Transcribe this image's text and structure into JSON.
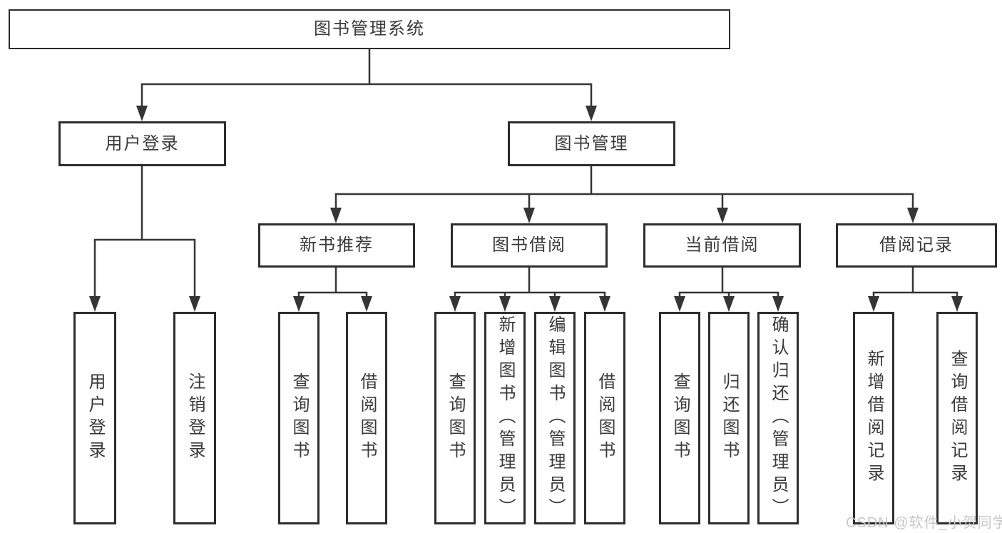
{
  "diagram": {
    "background": "#ffffff",
    "colors": {
      "line": "#353535",
      "box_border": "#2d2d2d",
      "text": "#3a3a3a",
      "watermark": "#c8c8c8"
    },
    "watermark": {
      "text": "CSDN @软件_小贺同学"
    },
    "tree": {
      "root": {
        "label": "图书管理系统"
      },
      "branches": [
        {
          "label": "用户登录",
          "children": [
            {
              "label": "用户登录"
            },
            {
              "label": "注销登录"
            }
          ]
        },
        {
          "label": "图书管理",
          "children": [
            {
              "label": "新书推荐",
              "children": [
                {
                  "label": "查询图书"
                },
                {
                  "label": "借阅图书"
                }
              ]
            },
            {
              "label": "图书借阅",
              "children": [
                {
                  "label": "查询图书"
                },
                {
                  "label": "新增图书（管理员）"
                },
                {
                  "label": "编辑图书（管理员）"
                },
                {
                  "label": "借阅图书"
                }
              ]
            },
            {
              "label": "当前借阅",
              "children": [
                {
                  "label": "查询图书"
                },
                {
                  "label": "归还图书"
                },
                {
                  "label": "确认归还（管理员）"
                }
              ]
            },
            {
              "label": "借阅记录",
              "children": [
                {
                  "label": "新增借阅记录"
                },
                {
                  "label": "查询借阅记录"
                }
              ]
            }
          ]
        }
      ]
    }
  }
}
